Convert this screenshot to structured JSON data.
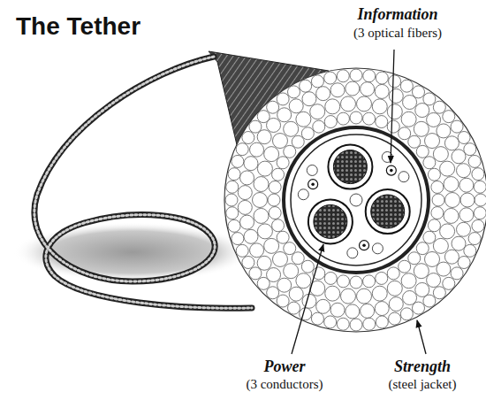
{
  "diagram": {
    "title": "The Tether",
    "labels": [
      "Information",
      "(3 optical fibers)",
      "Power",
      "(3 conductors)",
      "Strength",
      "(steel jacket)"
    ]
  }
}
